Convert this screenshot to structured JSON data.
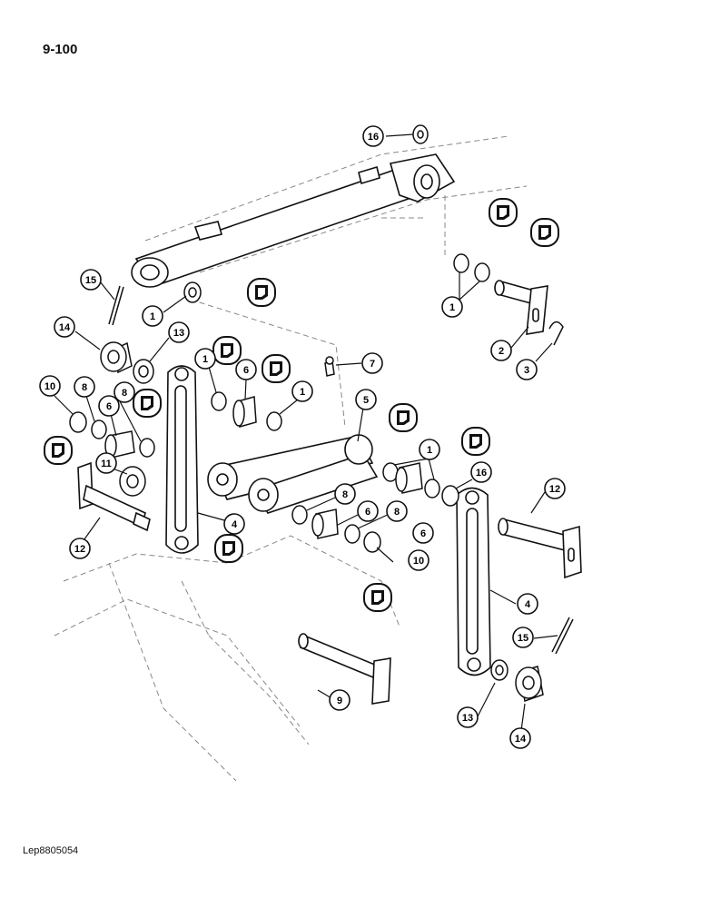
{
  "page": {
    "page_number": "9-100",
    "document_code": "Lep8805054"
  },
  "callouts": [
    {
      "num": "16"
    },
    {
      "num": "1"
    },
    {
      "num": "1"
    },
    {
      "num": "15"
    },
    {
      "num": "14"
    },
    {
      "num": "13"
    },
    {
      "num": "1"
    },
    {
      "num": "6"
    },
    {
      "num": "1"
    },
    {
      "num": "7"
    },
    {
      "num": "2"
    },
    {
      "num": "3"
    },
    {
      "num": "10"
    },
    {
      "num": "8"
    },
    {
      "num": "6"
    },
    {
      "num": "8"
    },
    {
      "num": "5"
    },
    {
      "num": "11"
    },
    {
      "num": "1"
    },
    {
      "num": "16"
    },
    {
      "num": "12"
    },
    {
      "num": "12"
    },
    {
      "num": "4"
    },
    {
      "num": "8"
    },
    {
      "num": "6"
    },
    {
      "num": "8"
    },
    {
      "num": "6"
    },
    {
      "num": "10"
    },
    {
      "num": "4"
    },
    {
      "num": "15"
    },
    {
      "num": "9"
    },
    {
      "num": "13"
    },
    {
      "num": "14"
    }
  ],
  "symbols": {
    "sealant_symbol_count": 11,
    "sealant_icon": "hatched-box-icon"
  },
  "colors": {
    "ink": "#111111",
    "phantom": "#888888",
    "paper": "#ffffff"
  }
}
